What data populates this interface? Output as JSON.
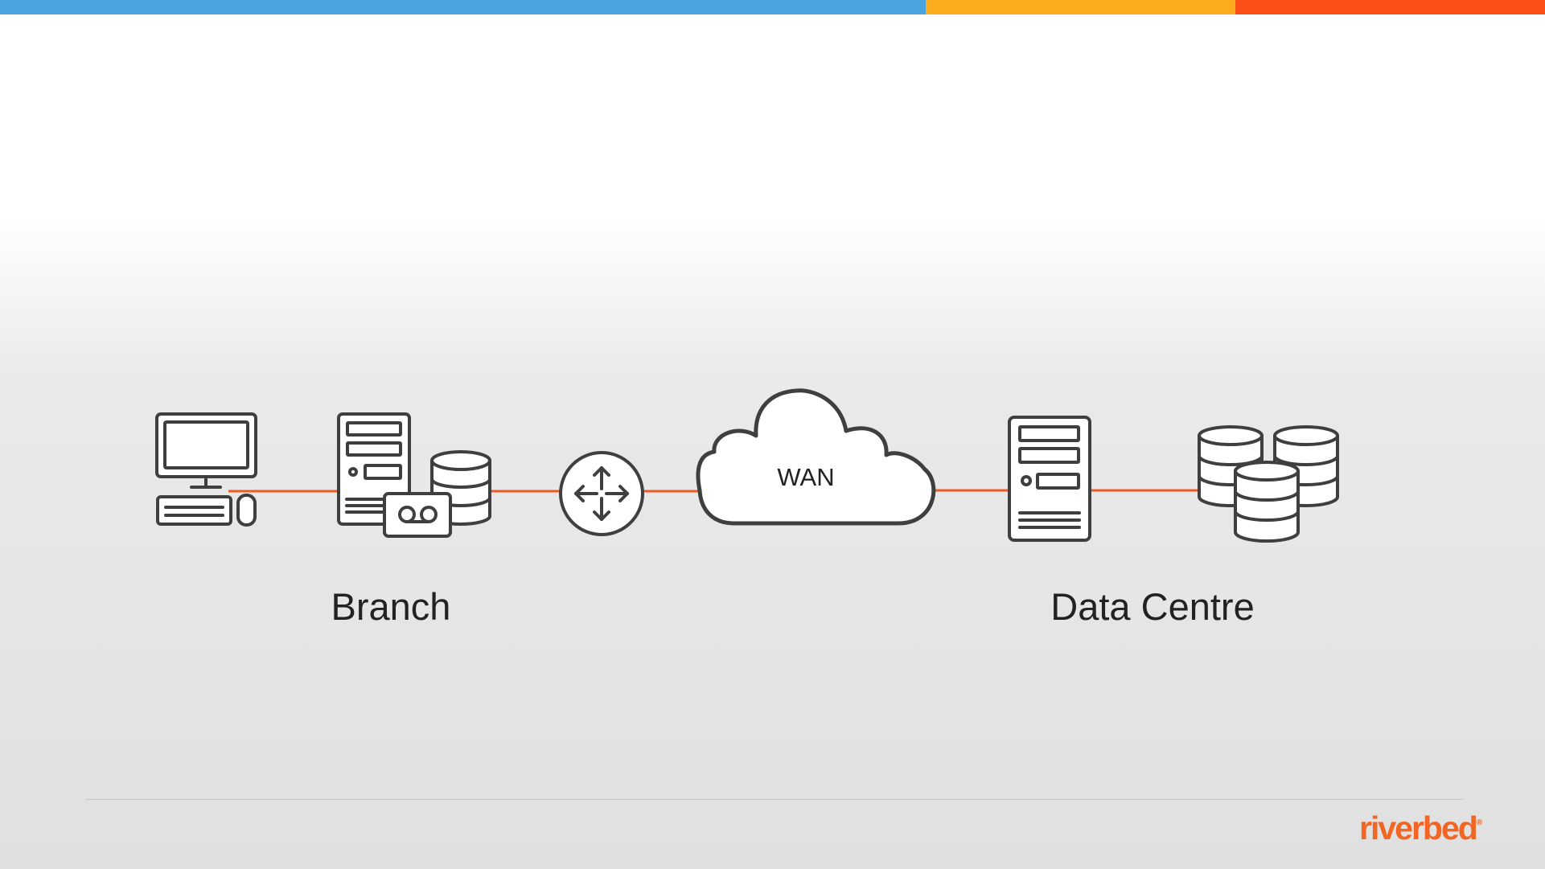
{
  "colors": {
    "bar_blue": "#4aa3df",
    "bar_yellow": "#fcab1f",
    "bar_red": "#fd5019",
    "link_line": "#ee5a24",
    "icon_stroke": "#3f3f3f",
    "logo": "#f26522"
  },
  "diagram": {
    "cloud_label": "WAN",
    "branch_label": "Branch",
    "datacentre_label": "Data Centre",
    "icons": [
      "desktop-computer-icon",
      "server-icon",
      "database-icon",
      "tape-drive-icon",
      "router-icon",
      "cloud-icon",
      "server-icon",
      "database-stack-icon"
    ]
  },
  "logo": {
    "text": "riverbed",
    "mark": "®"
  }
}
